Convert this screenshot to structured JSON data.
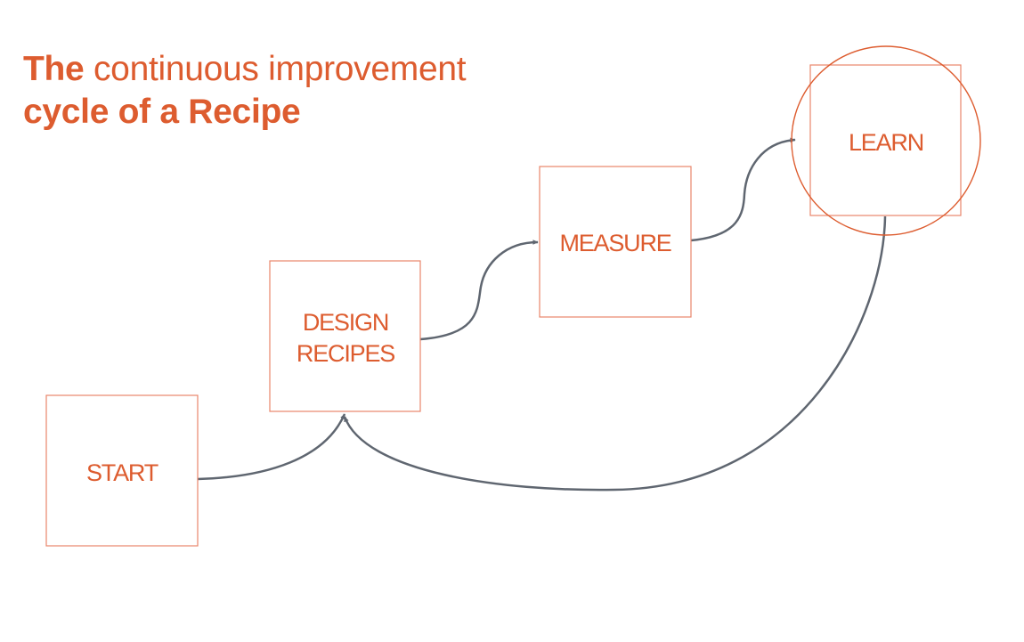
{
  "title": {
    "line1_bold": "The",
    "line1_rest": " continuous improvement",
    "line2": "cycle of a Recipe"
  },
  "nodes": {
    "start": {
      "label": "START"
    },
    "design": {
      "label_line1": "DESIGN",
      "label_line2": "RECIPES"
    },
    "measure": {
      "label": "MEASURE"
    },
    "learn": {
      "label": "LEARN"
    }
  },
  "colors": {
    "accent": "#dd5c2f",
    "box_border": "#e8856a",
    "connector": "#5f6670"
  }
}
